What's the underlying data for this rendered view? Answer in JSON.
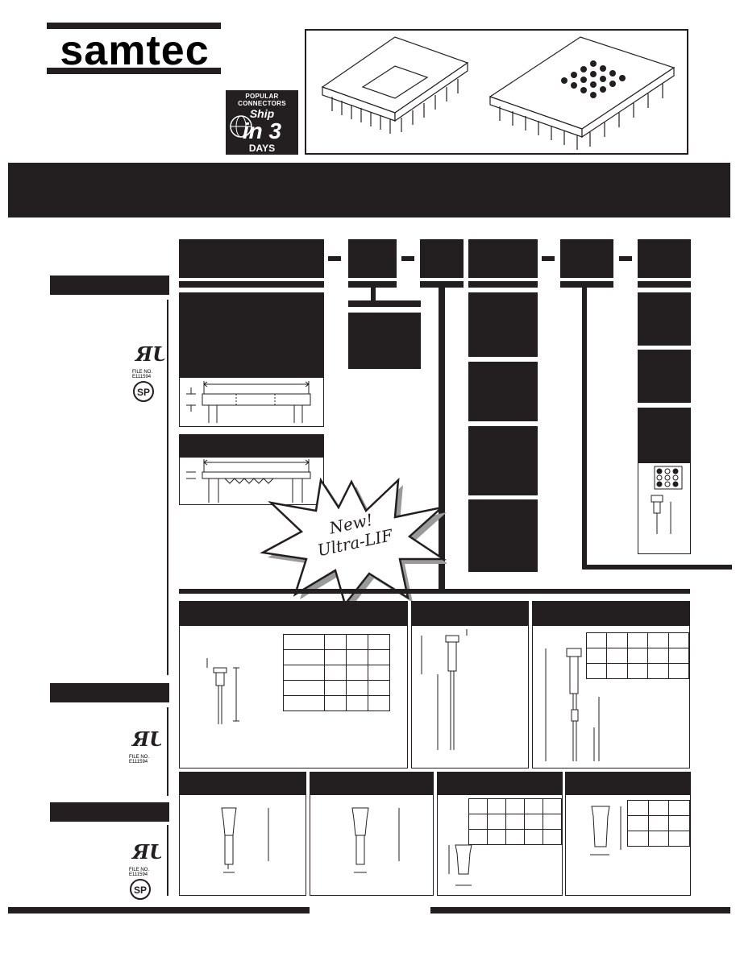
{
  "brand": {
    "logo_text": "samtec"
  },
  "badge": {
    "line1": "POPULAR CONNECTORS",
    "line2": "Ship",
    "line3": "in 3",
    "line4": "DAYS"
  },
  "starburst": {
    "line1": "New!",
    "line2": "Ultra-LIF"
  },
  "certifications": {
    "file_no_1": "FILE NO. E111594",
    "file_no_2": "FILE NO. E111594",
    "file_no_3": "FILE NO. E111594"
  },
  "colors": {
    "ink": "#231f20",
    "paper": "#ffffff",
    "shadow": "#9a9a9a"
  }
}
